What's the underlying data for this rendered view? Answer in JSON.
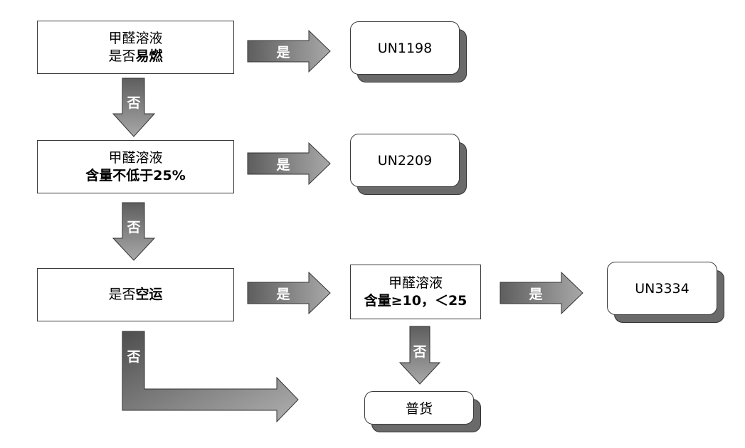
{
  "boxes": {
    "q1": {
      "line1": "甲醛溶液",
      "line2_normal": "是否",
      "line2_bold": "易燃"
    },
    "q2": {
      "line1": "甲醛溶液",
      "line2_bold": "含量不低于25%"
    },
    "q3": {
      "line_normal": "是否",
      "line_bold": "空运"
    },
    "q4": {
      "line1": "甲醛溶液",
      "line2_bold": "含量≥10，＜25"
    }
  },
  "results": {
    "r1": "UN1198",
    "r2": "UN2209",
    "r3": "UN3334",
    "r4": "普货"
  },
  "arrow_labels": {
    "yes": "是",
    "no": "否"
  }
}
